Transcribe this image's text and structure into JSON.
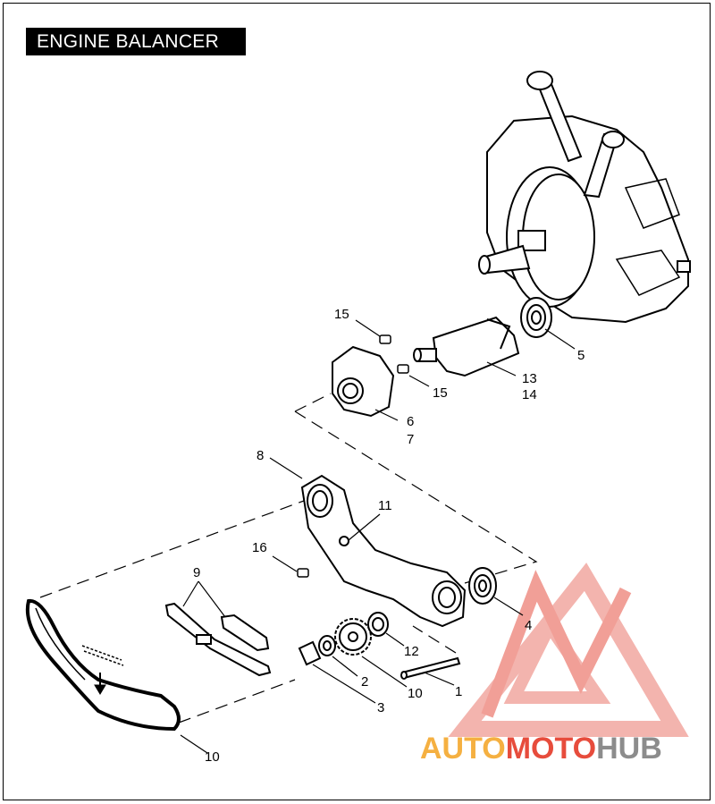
{
  "title": "ENGINE BALANCER",
  "callouts": [
    {
      "id": "c15a",
      "label": "15"
    },
    {
      "id": "c5",
      "label": "5"
    },
    {
      "id": "c13",
      "label": "13"
    },
    {
      "id": "c14",
      "label": "14"
    },
    {
      "id": "c15b",
      "label": "15"
    },
    {
      "id": "c6",
      "label": "6"
    },
    {
      "id": "c7",
      "label": "7"
    },
    {
      "id": "c8",
      "label": "8"
    },
    {
      "id": "c11",
      "label": "11"
    },
    {
      "id": "c16",
      "label": "16"
    },
    {
      "id": "c9",
      "label": "9"
    },
    {
      "id": "c4",
      "label": "4"
    },
    {
      "id": "c12",
      "label": "12"
    },
    {
      "id": "c2",
      "label": "2"
    },
    {
      "id": "c10a",
      "label": "10"
    },
    {
      "id": "c1",
      "label": "1"
    },
    {
      "id": "c3",
      "label": "3"
    },
    {
      "id": "c10b",
      "label": "10"
    }
  ],
  "watermark": {
    "part1": "AUTO",
    "part2": "MOTO",
    "part3": "HUB",
    "color_orange": "#f5b041",
    "color_red": "#e74c3c",
    "color_gray": "#8c8c8c"
  }
}
